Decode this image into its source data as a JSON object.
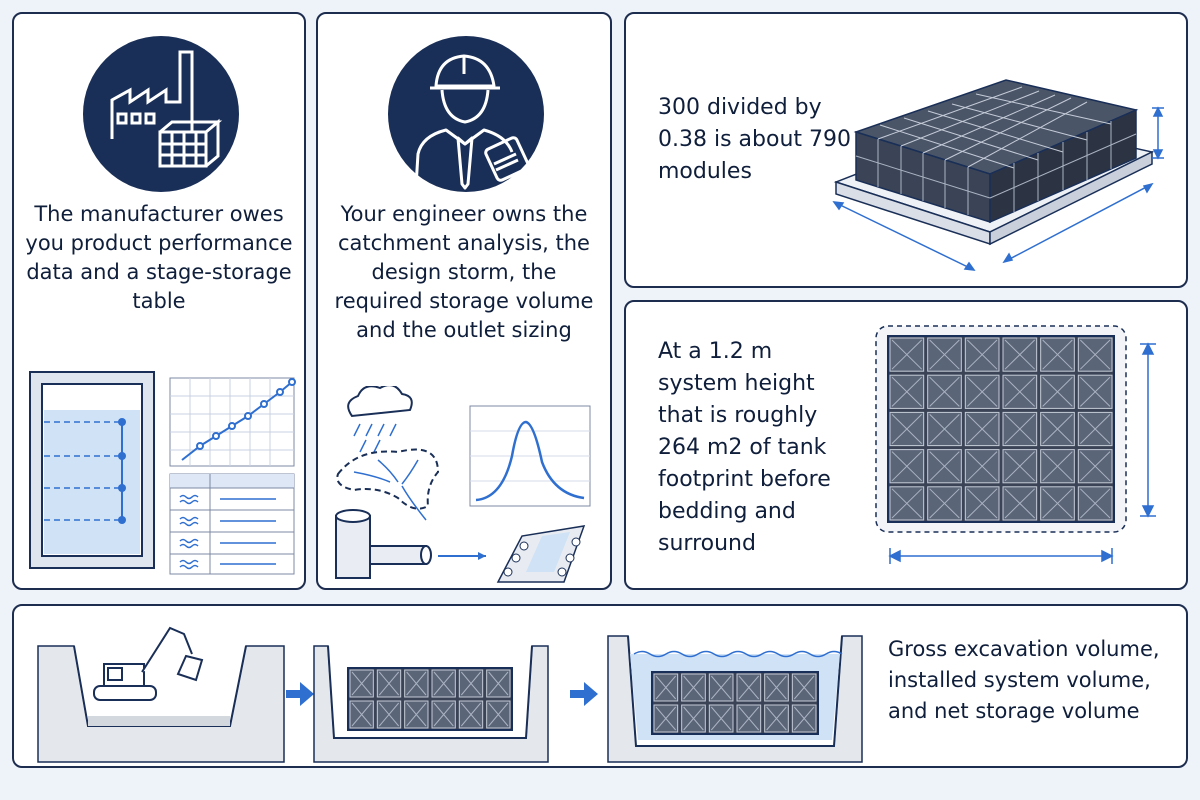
{
  "panels": {
    "manufacturer": {
      "caption": "The manufacturer owes you product performance data and a stage-storage table",
      "icon": "factory-icon"
    },
    "engineer": {
      "caption": "Your engineer owns the catchment analysis, the design storm, the required storage volume and the outlet sizing",
      "icon": "engineer-icon"
    },
    "module_count": {
      "caption": "300 divided by 0.38 is about 790 modules"
    },
    "footprint": {
      "caption": "At a 1.2 m system height that is roughly 264 m2 of tank footprint before bedding and surround"
    },
    "volumes": {
      "caption": "Gross excavation volume, installed system volume, and net storage volume"
    }
  },
  "colors": {
    "navy": "#1a2f57",
    "accent_blue": "#2f6fd0",
    "water": "#cfe2f6",
    "border": "#1d2d4f"
  }
}
